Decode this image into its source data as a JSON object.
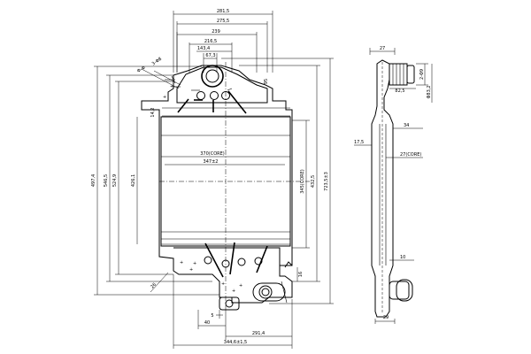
{
  "front_view": {
    "top_dims": [
      "281,5",
      "275,5",
      "239",
      "216,5",
      "143,4",
      "67,3"
    ],
    "left_dims": [
      "497,4",
      "546,5",
      "524,9",
      "426,1"
    ],
    "right_dims": [
      "345(CORE)",
      "432,5",
      "723,5±3"
    ],
    "core_width": "370(CORE)",
    "core_width_tol": "347±2",
    "top_left_a": "3-Φ8",
    "top_left_b": "Φ-Φ",
    "top_right_small": "95",
    "left_small": "14,2",
    "bottom_left_small": "26",
    "bottom_right_small": "16",
    "bottom_dims": [
      "5",
      "40",
      "291,4",
      "344,6±1,5"
    ]
  },
  "side_view": {
    "top_dim": "27",
    "pipe_dims": [
      "2-Φ9",
      "Φ83,2",
      "82,5"
    ],
    "mid_dim": "34",
    "left_small": "17,5",
    "core_depth": "27(CORE)",
    "bottom_small": "10",
    "bottom_dim": "29"
  }
}
